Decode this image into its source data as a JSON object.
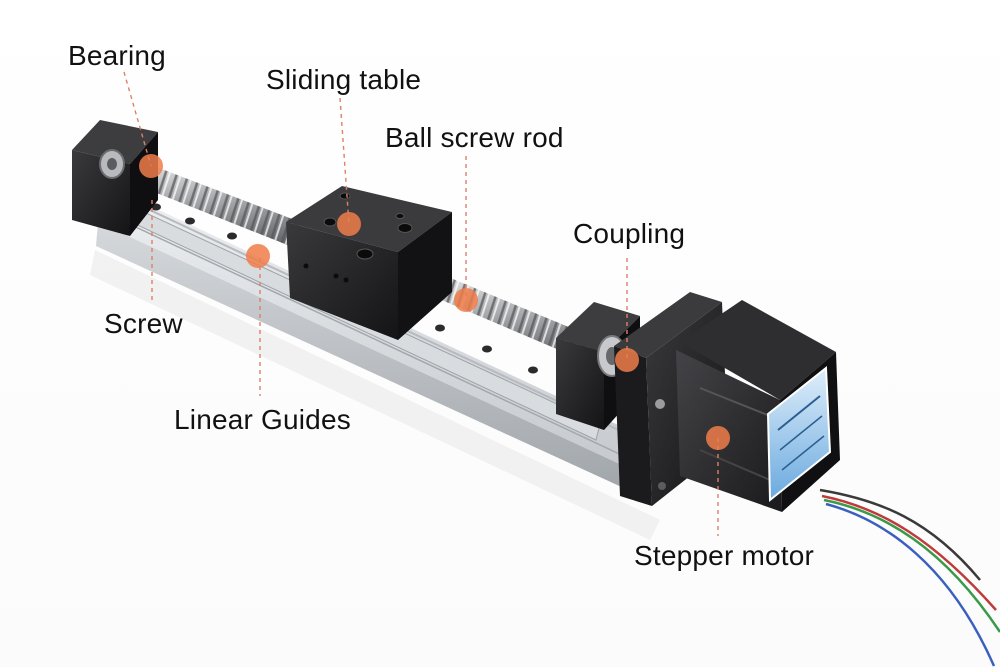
{
  "labels": {
    "bearing": "Bearing",
    "sliding_table": "Sliding table",
    "ball_screw_rod": "Ball screw rod",
    "coupling": "Coupling",
    "screw": "Screw",
    "linear_guides": "Linear Guides",
    "stepper_motor": "Stepper motor"
  },
  "colors": {
    "marker": "#f07d4a",
    "leader_line": "#d9826a",
    "block_black": "#1d1d1f",
    "rail_aluminum": "#c9cdd2"
  }
}
